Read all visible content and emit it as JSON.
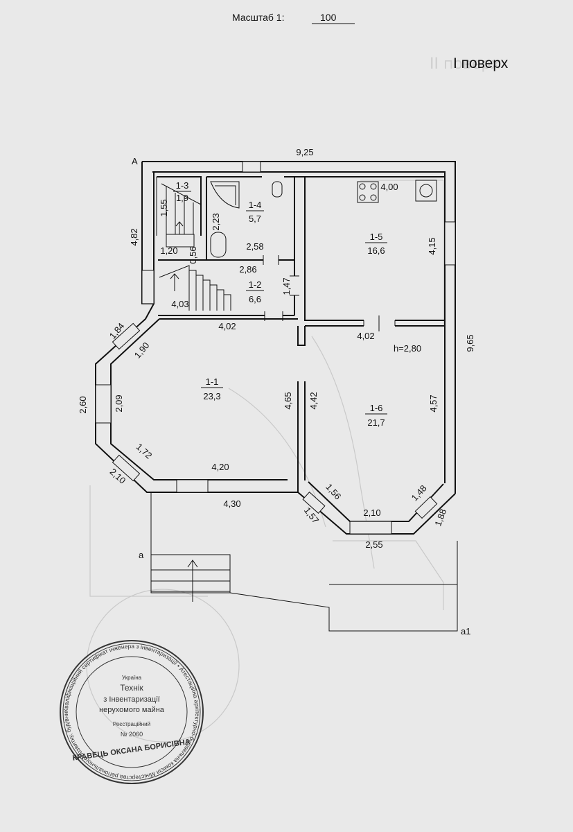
{
  "header": {
    "scale_label": "Масштаб 1:",
    "scale_value": "100",
    "floor_label": "І поверх"
  },
  "rooms": {
    "r1_3": {
      "id": "1-3",
      "area": "1,9"
    },
    "r1_4": {
      "id": "1-4",
      "area": "5,7"
    },
    "r1_5": {
      "id": "1-5",
      "area": "16,6"
    },
    "r1_2": {
      "id": "1-2",
      "area": "6,6"
    },
    "r1_1": {
      "id": "1-1",
      "area": "23,3"
    },
    "r1_6": {
      "id": "1-6",
      "area": "21,7"
    }
  },
  "dimensions": {
    "top_width": "9,25",
    "left_upper": "4,82",
    "right_total": "9,65",
    "r13_height": "1,55",
    "r14_depth": "2,23",
    "stair_width": "1,20",
    "stair_gap": "0,56",
    "r14_width": "2,58",
    "kitchen_width": "4,00",
    "kitchen_depth": "4,15",
    "hall_width": "2,86",
    "hall_depth": "1,47",
    "stair_run": "4,03",
    "r11_top": "4,02",
    "r16_top": "4,02",
    "ceiling_height": "h=2,80",
    "bay_outer_1": "1,84",
    "bay_inner_1": "1,90",
    "bay_outer_2": "2,60",
    "bay_inner_2": "2,09",
    "r11_right": "4,65",
    "r16_left": "4,42",
    "r16_right": "4,57",
    "bay_inner_3": "1,72",
    "bay_outer_3": "2,10",
    "r11_bottom_inner": "4,20",
    "r11_bottom_outer": "4,30",
    "r16_bay_l_inner": "1,56",
    "r16_bay_l_outer": "1,57",
    "r16_bay_bottom_inner": "2,10",
    "r16_bay_bottom_outer": "2,55",
    "r16_bay_r_inner": "1,48",
    "r16_bay_r_outer": "1,88"
  },
  "markers": {
    "corner_a_upper": "A",
    "corner_a": "a",
    "corner_a1": "a1"
  },
  "stamp": {
    "outer_text": "Кваліфікаційний сертифікат інженера з інвентаризації • Атестаційна архітектурно-будівельна комісія Міністерства регіонального розвитку, будівництва • ",
    "country": "Україна",
    "line1": "Технік",
    "line2": "з Інвентаризації",
    "line3": "нерухомого майна",
    "reg_label": "Реєстраційний",
    "reg_number": "№ 2060",
    "name": "КРАВЕЦЬ ОКСАНА БОРИСІВНА"
  }
}
